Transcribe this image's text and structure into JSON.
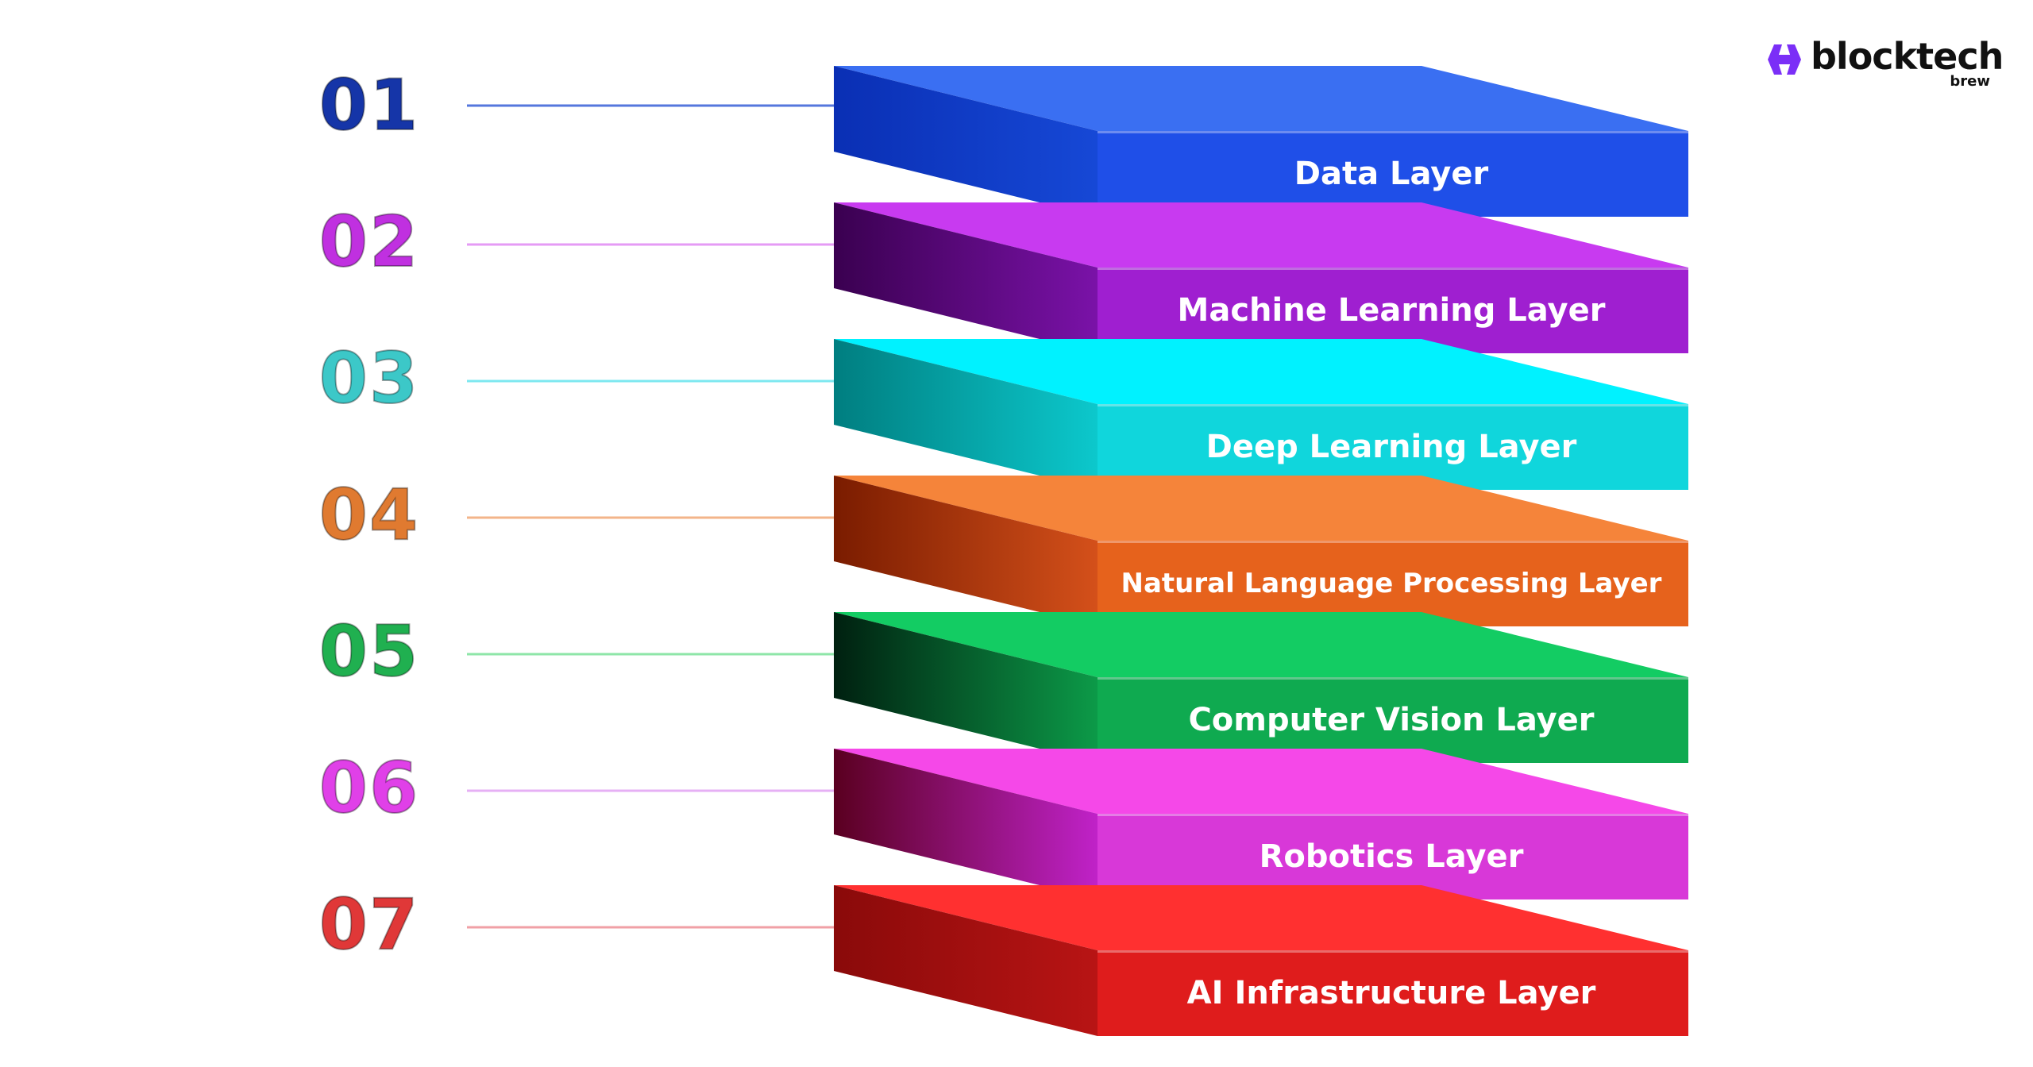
{
  "brand": {
    "name": "blocktech",
    "sub": "brew",
    "accent": "#7b2ff7"
  },
  "layers": [
    {
      "number": "01",
      "label": "Data Layer",
      "number_color": "#1535a8",
      "top": "#3a6ff2",
      "front": "#1f4fe8",
      "side_dark": "#0a2fb4",
      "side_light": "#1648d6",
      "line": "#5577dd"
    },
    {
      "number": "02",
      "label": "Machine Learning Layer",
      "number_color": "#c030e0",
      "top": "#c83af0",
      "front": "#9f1fd0",
      "side_dark": "#3a0050",
      "side_light": "#7a12a8",
      "line": "#e59bf5"
    },
    {
      "number": "03",
      "label": "Deep Learning Layer",
      "number_color": "#3cc8c8",
      "top": "#00f2ff",
      "front": "#10d6dc",
      "side_dark": "#007e80",
      "side_light": "#0cc8cc",
      "line": "#7de8f0"
    },
    {
      "number": "04",
      "label": "Natural Language Processing Layer",
      "number_color": "#e07a30",
      "top": "#f5843a",
      "front": "#e6621c",
      "side_dark": "#7a1c00",
      "side_light": "#d4501a",
      "line": "#f3b48a"
    },
    {
      "number": "05",
      "label": "Computer Vision Layer",
      "number_color": "#20b050",
      "top": "#13cc63",
      "front": "#0faa50",
      "side_dark": "#002010",
      "side_light": "#0c9a48",
      "line": "#8ee6a8"
    },
    {
      "number": "06",
      "label": "Robotics Layer",
      "number_color": "#e040e8",
      "top": "#f548e8",
      "front": "#d838d8",
      "side_dark": "#5a0020",
      "side_light": "#c022c8",
      "line": "#e6b0f5"
    },
    {
      "number": "07",
      "label": "AI Infrastructure Layer",
      "number_color": "#e03838",
      "top": "#ff3030",
      "front": "#df1c1c",
      "side_dark": "#8a0a0a",
      "side_light": "#b81414",
      "line": "#f0a0a6"
    }
  ]
}
